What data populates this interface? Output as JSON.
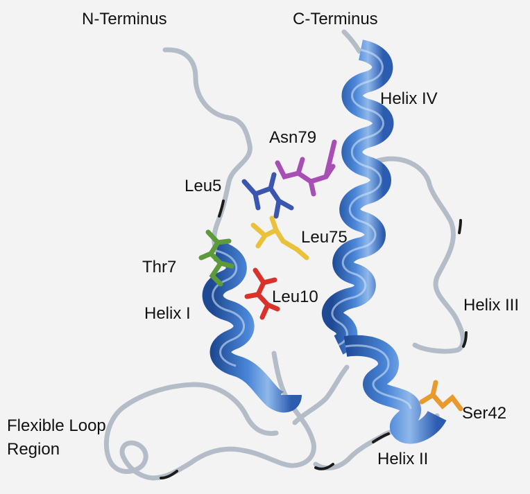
{
  "labels": {
    "n_terminus": "N-Terminus",
    "c_terminus": "C-Terminus",
    "helix_1": "Helix I",
    "helix_2": "Helix II",
    "helix_3": "Helix III",
    "helix_4": "Helix IV",
    "asn79": "Asn79",
    "leu5": "Leu5",
    "leu75": "Leu75",
    "thr7": "Thr7",
    "leu10": "Leu10",
    "ser42": "Ser42",
    "flexible_loop_line1": "Flexible Loop",
    "flexible_loop_line2": "Region"
  },
  "colors": {
    "helix": "#3d6fc2",
    "helix_light": "#9fc1ec",
    "helix_dark": "#1f4a93",
    "coil": "#b9c1cc",
    "asn79": "#a84fb5",
    "leu5": "#3b56b0",
    "leu75": "#e9c13a",
    "thr7": "#5e9a3c",
    "leu10": "#d8322a",
    "ser42": "#e89a2e"
  }
}
